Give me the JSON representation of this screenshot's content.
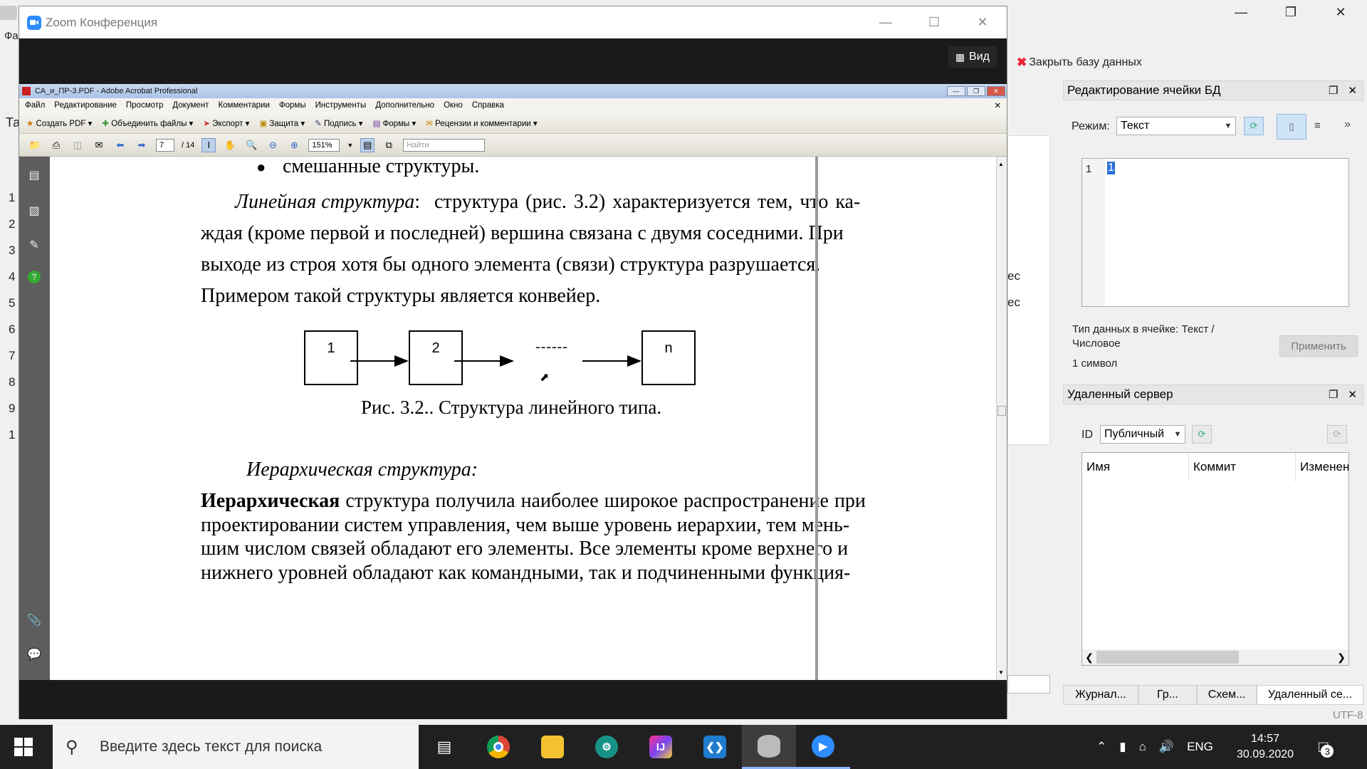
{
  "background_app": {
    "close_db_label": "Закрыть базу данных",
    "left_menu_fragment": "Фа",
    "left_tab_fragment": "Та",
    "row_numbers": [
      "1",
      "2",
      "3",
      "4",
      "5",
      "6",
      "7",
      "8",
      "9",
      "1"
    ],
    "row_fragments": [
      "ес",
      "ес"
    ],
    "cell_edit": {
      "title": "Редактирование ячейки БД",
      "mode_label": "Режим:",
      "mode_value": "Текст",
      "line_number": "1",
      "cell_value": "1",
      "type_label": "Тип данных в ячейке: Текст /",
      "type_label2": "Числовое",
      "char_count": "1 символ",
      "apply_button": "Применить"
    },
    "remote": {
      "title": "Удаленный сервер",
      "id_label": "ID",
      "id_value": "Публичный",
      "columns": [
        "Имя",
        "Коммит",
        "Изменен"
      ]
    },
    "bottom_tabs": [
      "Журнал...",
      "Гр...",
      "Схем...",
      "Удаленный се..."
    ],
    "encoding": "UTF-8"
  },
  "zoom": {
    "title": "Zoom Конференция",
    "view_button": "Вид"
  },
  "acrobat": {
    "title": "СА_и_ПР-3.PDF - Adobe Acrobat Professional",
    "menu": [
      "Файл",
      "Редактирование",
      "Просмотр",
      "Документ",
      "Комментарии",
      "Формы",
      "Инструменты",
      "Дополнительно",
      "Окно",
      "Справка"
    ],
    "toolbar": [
      "Создать PDF",
      "Объединить файлы",
      "Экспорт",
      "Защита",
      "Подпись",
      "Формы",
      "Рецензии и комментарии"
    ],
    "page_current": "7",
    "page_total": "/ 14",
    "zoom_level": "151%",
    "find_placeholder": "Найти"
  },
  "pdf": {
    "bullet": "смешанные структуры.",
    "lin_italic": "Линейная структура",
    "lin_rest": ":  структура (рис. 3.2) характеризуется тем, что ка-",
    "lin_line2": "ждая (кроме первой и последней) вершина связана с двумя соседними. При",
    "lin_line3": "выходе из строя хотя бы одного элемента (связи) структура разрушается.",
    "lin_line4": "Примером такой структуры является конвейер.",
    "diagram_labels": [
      "1",
      "2",
      "n"
    ],
    "dashes": "------",
    "caption": "Рис. 3.2.. Структура линейного типа.",
    "hier_heading": "Иерархическая структура:",
    "hier_bold": "Иерархическая",
    "hier_rest": " структура получила наиболее широкое распространение при",
    "hier_line2": "проектировании систем управления, чем выше уровень иерархии, тем мень-",
    "hier_line3": "шим числом связей обладают его элементы. Все элементы кроме верхнего и",
    "hier_line4": "нижнего уровней обладают как командными, так и подчиненными функция-"
  },
  "taskbar": {
    "search_placeholder": "Введите здесь текст для поиска",
    "lang": "ENG",
    "time": "14:57",
    "date": "30.09.2020",
    "notifications": "3"
  }
}
